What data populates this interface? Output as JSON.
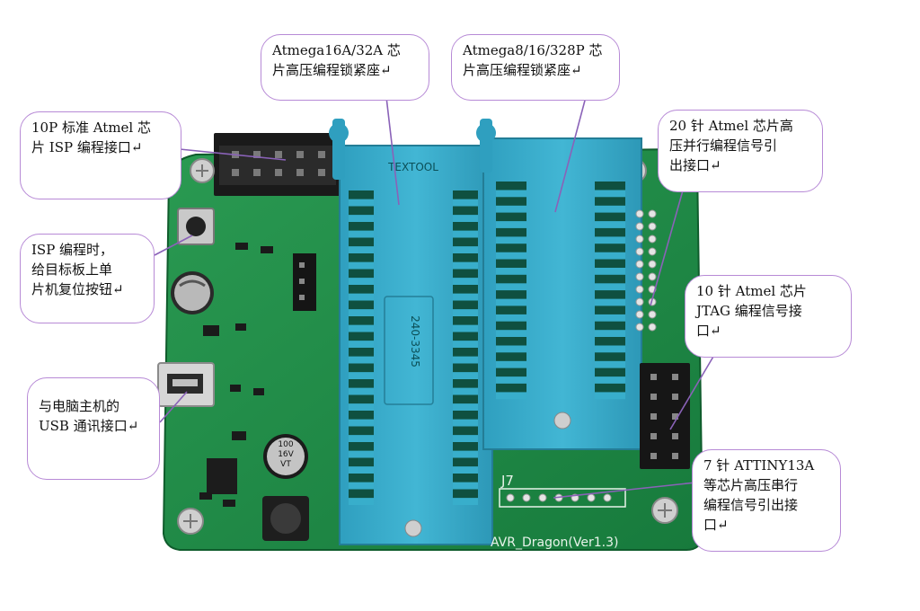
{
  "callouts": {
    "isp10p": [
      "10P 标准 Atmel 芯",
      "片 ISP 编程接口↵"
    ],
    "reset": [
      "ISP 编程时，",
      "给目标板上单",
      "片机复位按钮↵"
    ],
    "usb": [
      "与电脑主机的",
      "USB 通讯接口↵"
    ],
    "socket40": [
      "Atmega16A/32A 芯",
      "片高压编程锁紧座↵"
    ],
    "socket28": [
      "Atmega8/16/328P 芯",
      "片高压编程锁紧座↵"
    ],
    "parallel20": [
      "20 针 Atmel 芯片高",
      "压并行编程信号引",
      "出接口↵"
    ],
    "jtag10": [
      "10 针 Atmel 芯片",
      "JTAG 编程信号接",
      "口↵"
    ],
    "serial7": [
      "7 针 ATTINY13A",
      "等芯片高压串行",
      "编程信号引出接",
      "口↵"
    ]
  },
  "board": {
    "silkscreen_label": "AVR_Dragon(Ver1.3)",
    "header_label": "J7",
    "socket_brand": "TEXTOOL",
    "socket_part": "240-3345",
    "capacitor_marking": [
      "100",
      "16V",
      "VT"
    ]
  },
  "colors": {
    "pcb": "#1f8f47",
    "socket": "#35a9c9",
    "callout_border": "#b78ad6"
  }
}
